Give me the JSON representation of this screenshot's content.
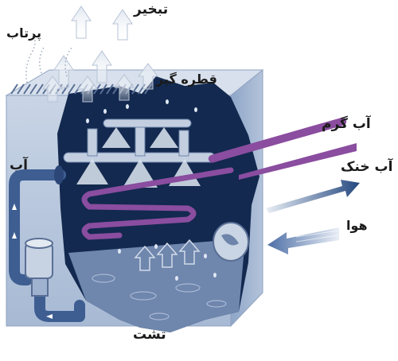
{
  "labels": {
    "evaporation": "تبخیر",
    "throw": "پرتاب",
    "drift_eliminator": "قطره گیر",
    "hot_water": "آب گرم",
    "cold_water": "آب خنک",
    "air": "هوا",
    "water": "آب",
    "basin": "تشت"
  },
  "colors": {
    "casing_front": "#b9c8de",
    "casing_side": "#9fb3d1",
    "interior": "#13294f",
    "pipe": "#3e5e92",
    "hot_water_pipe": "#8a4d9f",
    "cold_water_arrow": "#2f5a93",
    "air_arrow": "#5d7fb5",
    "vapor_arrow": "#e6ebf2"
  }
}
